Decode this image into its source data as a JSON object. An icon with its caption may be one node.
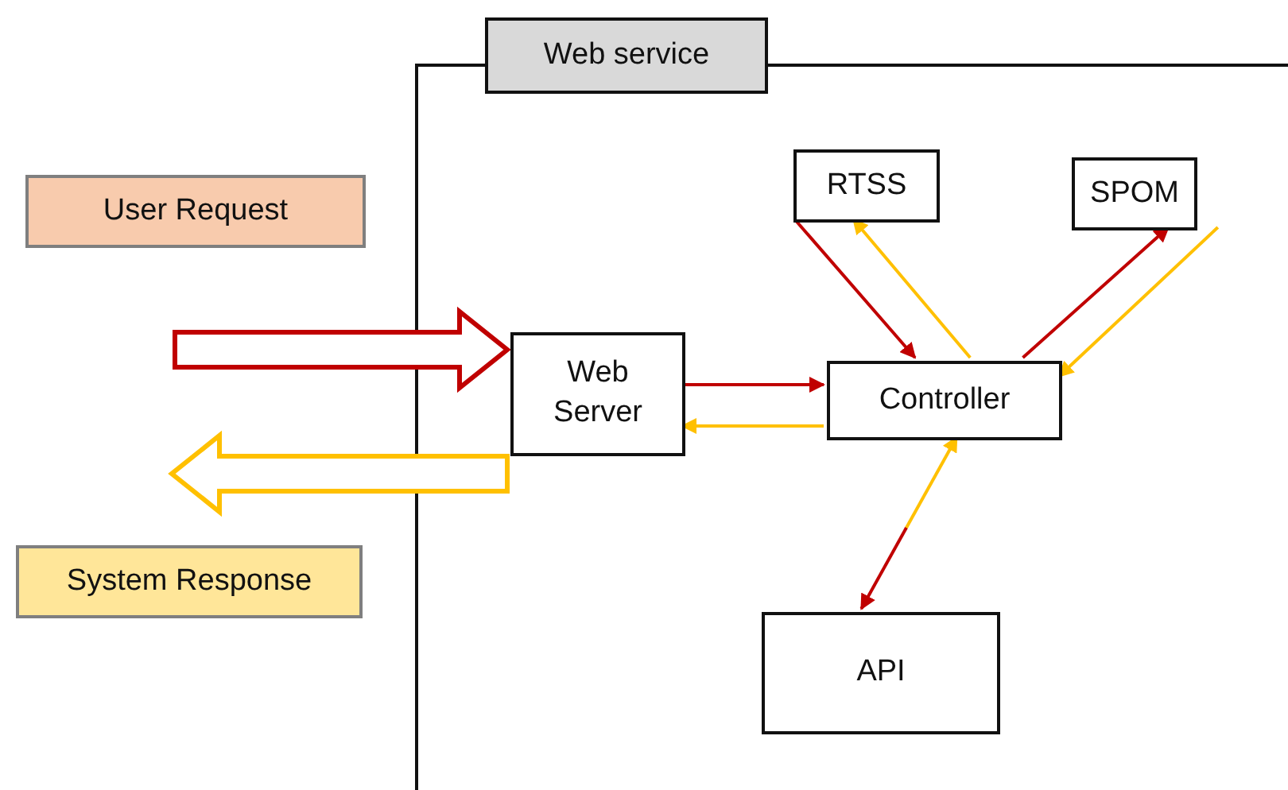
{
  "diagram": {
    "nodes": [
      {
        "text": [
          "Web service"
        ]
      },
      {
        "text": [
          "User Request"
        ]
      },
      {
        "text": [
          "System Response"
        ]
      },
      {
        "text": [
          "Web Server"
        ],
        "in": 0
      },
      {
        "text": [
          "Controller"
        ],
        "in": 0
      },
      {
        "text": [
          "RTSS"
        ],
        "in": 0
      },
      {
        "text": [
          "SPOM"
        ],
        "in": 0
      },
      {
        "text": [
          "API"
        ],
        "in": 0
      }
    ],
    "edges": [
      {
        "from": null,
        "to": 3,
        "arrow": "to",
        "style": "thick",
        "color": "#c00000"
      },
      {
        "from": 3,
        "to": null,
        "arrow": "to",
        "style": "thick",
        "color": "#ffc000"
      },
      {
        "from": 3,
        "to": 4,
        "arrow": "to",
        "color": "#c00000"
      },
      {
        "from": 4,
        "to": 3,
        "arrow": "to",
        "color": "#ffc000"
      },
      {
        "from": 5,
        "to": 4,
        "arrow": "to",
        "color": "#c00000"
      },
      {
        "from": 4,
        "to": 5,
        "arrow": "to",
        "color": "#ffc000"
      },
      {
        "from": 4,
        "to": 6,
        "arrow": "to",
        "color": "#c00000"
      },
      {
        "from": 6,
        "to": 4,
        "arrow": "to",
        "color": "#ffc000"
      },
      {
        "from": 4,
        "to": 7,
        "arrow": "both"
      }
    ]
  }
}
